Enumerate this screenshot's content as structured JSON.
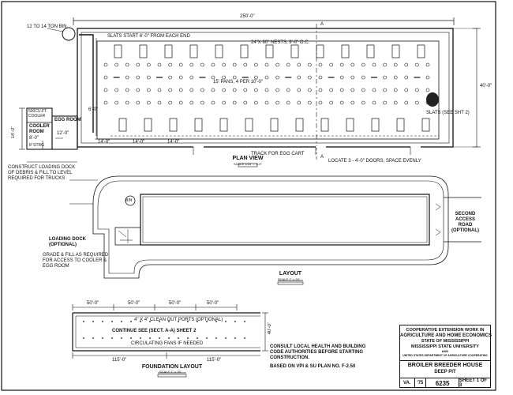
{
  "plan_view": {
    "overall_length": "250'-0\"",
    "scale_title": "PLAN VIEW",
    "scale": "SCALE 1/16\" = 1'-0\"",
    "tank_label": "12 TO 14 TON BIN",
    "slats_note": "SLATS START 6'-0\" FROM EACH END",
    "nests_note": "24\"X 60\" NESTS, 9'-0\" O.C.",
    "pans_note": "15' PANS, 4 PER 10'-0\"",
    "slats_see_note": "SLATS (SEE SHT 2)",
    "dim_6": "6'-0\"",
    "dim_14a": "14'-0\"",
    "dim_14b": "14'-0\"",
    "dim_14c": "14'-0\"",
    "track_note": "TRACK FOR EGG CART",
    "doors_note": "LOCATE 3 - 4'-0\" DOORS, SPACE EVENLY",
    "section_mark_a": "A",
    "section_mark_b": "A",
    "width_dim": "40'-0\"",
    "room_cooler_top": "500CU.FT.\nCOOLER",
    "room_cooler": "COOLER\nROOM",
    "room_egg": "EGG ROOM",
    "dim_8": "8'-0\"",
    "dim_12": "12'-0\"",
    "dim_sliding": "8' STRG",
    "dim_14_side": "14'-0\"",
    "dock_note": "CONSTRUCT LOADING DOCK\nOF DEBRIS & FILL TO LEVEL\nREQUIRED FOR TRUCKS"
  },
  "layout": {
    "title": "LAYOUT",
    "scale": "SCALE 1\" = 20'",
    "bin": "BIN",
    "dock_label": "LOADING DOCK\n(OPTIONAL)",
    "grade_note": "GRADE & FILL AS REQUIRED\nFOR ACCESS TO COOLER &\nEGG ROOM",
    "road_label": "SECOND\nACCESS\nROAD\n(OPTIONAL)"
  },
  "foundation": {
    "title": "FOUNDATION LAYOUT",
    "scale": "SCALE 1\" = 30'",
    "top_dims": [
      "50'-0\"",
      "50'-0\"",
      "50'-0\"",
      "50'-0\""
    ],
    "cleanout_note": "4\" X 4\" CLEAN OUT PORTS (OPTIONAL)",
    "continue_note": "CONTINUE SEE (SECT. A-A) SHEET 2",
    "fans_note": "CIRCULATING FANS IF NEEDED",
    "bottom_dims": [
      "115'-0\"",
      "115'-0\""
    ],
    "side_dim": "40'-0\""
  },
  "notes": {
    "consult": "CONSULT LOCAL HEALTH AND BUILDING\nCODE AUTHORITIES BEFORE STARTING\nCONSTRUCTION.",
    "based_on": "BASED ON VPI & SU PLAN NO. F-2.50"
  },
  "title_block": {
    "line1": "COOPERATIVE EXTENSION WORK IN",
    "line2": "AGRICULTURE AND HOME ECONOMICS",
    "line3": "STATE OF MISSISSIPPI",
    "line4": "MISSISSIPPI STATE UNIVERSITY",
    "line5": "AND",
    "line6": "UNITED STATES DEPARTMENT OF AGRICULTURE COOPERATING",
    "title": "BROILER BREEDER HOUSE",
    "subtitle": "DEEP PIT",
    "state": "VA.",
    "year": "'75",
    "plan_no": "6235",
    "sheet": "SHEET 1 OF 3"
  }
}
